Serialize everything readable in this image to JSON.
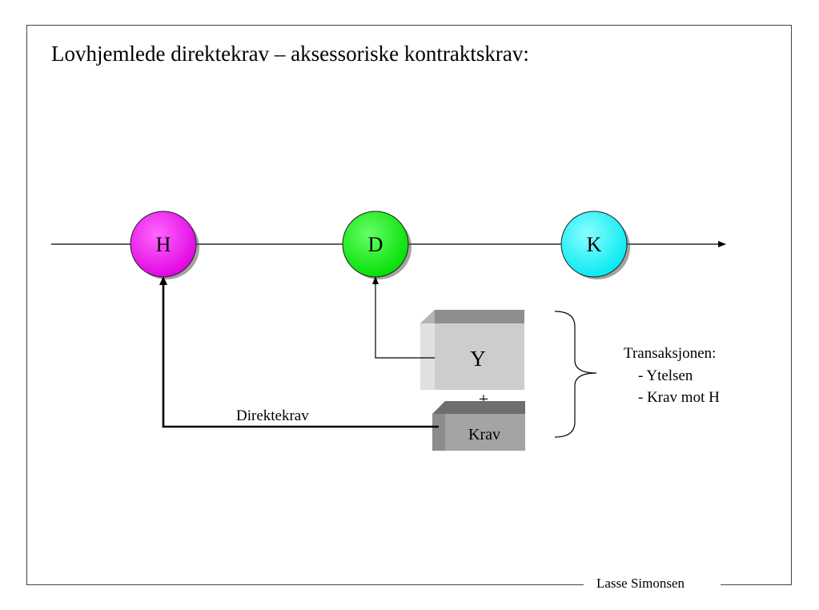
{
  "title": "Lovhjemlede direktekrav – aksessoriske kontraktskrav:",
  "nodes": {
    "h": {
      "label": "H",
      "color": "#ff00ff"
    },
    "d": {
      "label": "D",
      "color": "#00ff00"
    },
    "k": {
      "label": "K",
      "color": "#00ffff"
    }
  },
  "boxes": {
    "y": {
      "label": "Y",
      "color": "#c8c8c8"
    },
    "krav": {
      "label": "Krav",
      "color": "#9a9a9a"
    }
  },
  "plus": "+",
  "arrow_label": "Direktekrav",
  "transaction": {
    "heading": "Transaksjonen:",
    "items": [
      "- Ytelsen",
      "- Krav mot H"
    ]
  },
  "author": "Lasse Simonsen"
}
